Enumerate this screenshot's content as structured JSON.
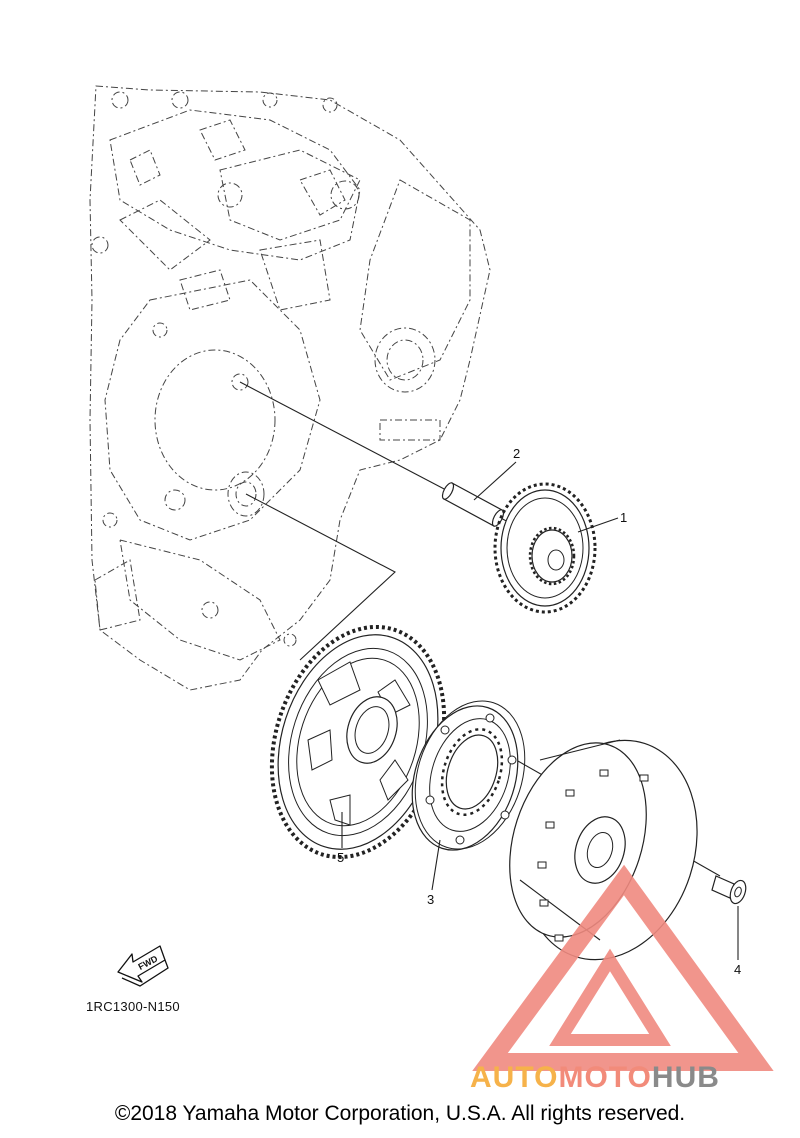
{
  "diagram": {
    "code": "1RC1300-N150",
    "fwd_label": "FWD",
    "callouts": [
      {
        "num": "1",
        "part": "idler-gear"
      },
      {
        "num": "2",
        "part": "shaft"
      },
      {
        "num": "3",
        "part": "starter-clutch"
      },
      {
        "num": "4",
        "part": "bolt"
      },
      {
        "num": "5",
        "part": "starter-wheel-gear"
      }
    ]
  },
  "watermark": {
    "brand_part1": "AUTO",
    "brand_part2": "MOTO",
    "brand_part3": "HUB",
    "colors": {
      "auto": "#f6b24a",
      "moto": "#f28b7a",
      "hub": "#8a8a8a",
      "triangle": "#f08a80"
    }
  },
  "footer": {
    "copyright": "©2018 Yamaha Motor Corporation, U.S.A. All rights reserved."
  }
}
